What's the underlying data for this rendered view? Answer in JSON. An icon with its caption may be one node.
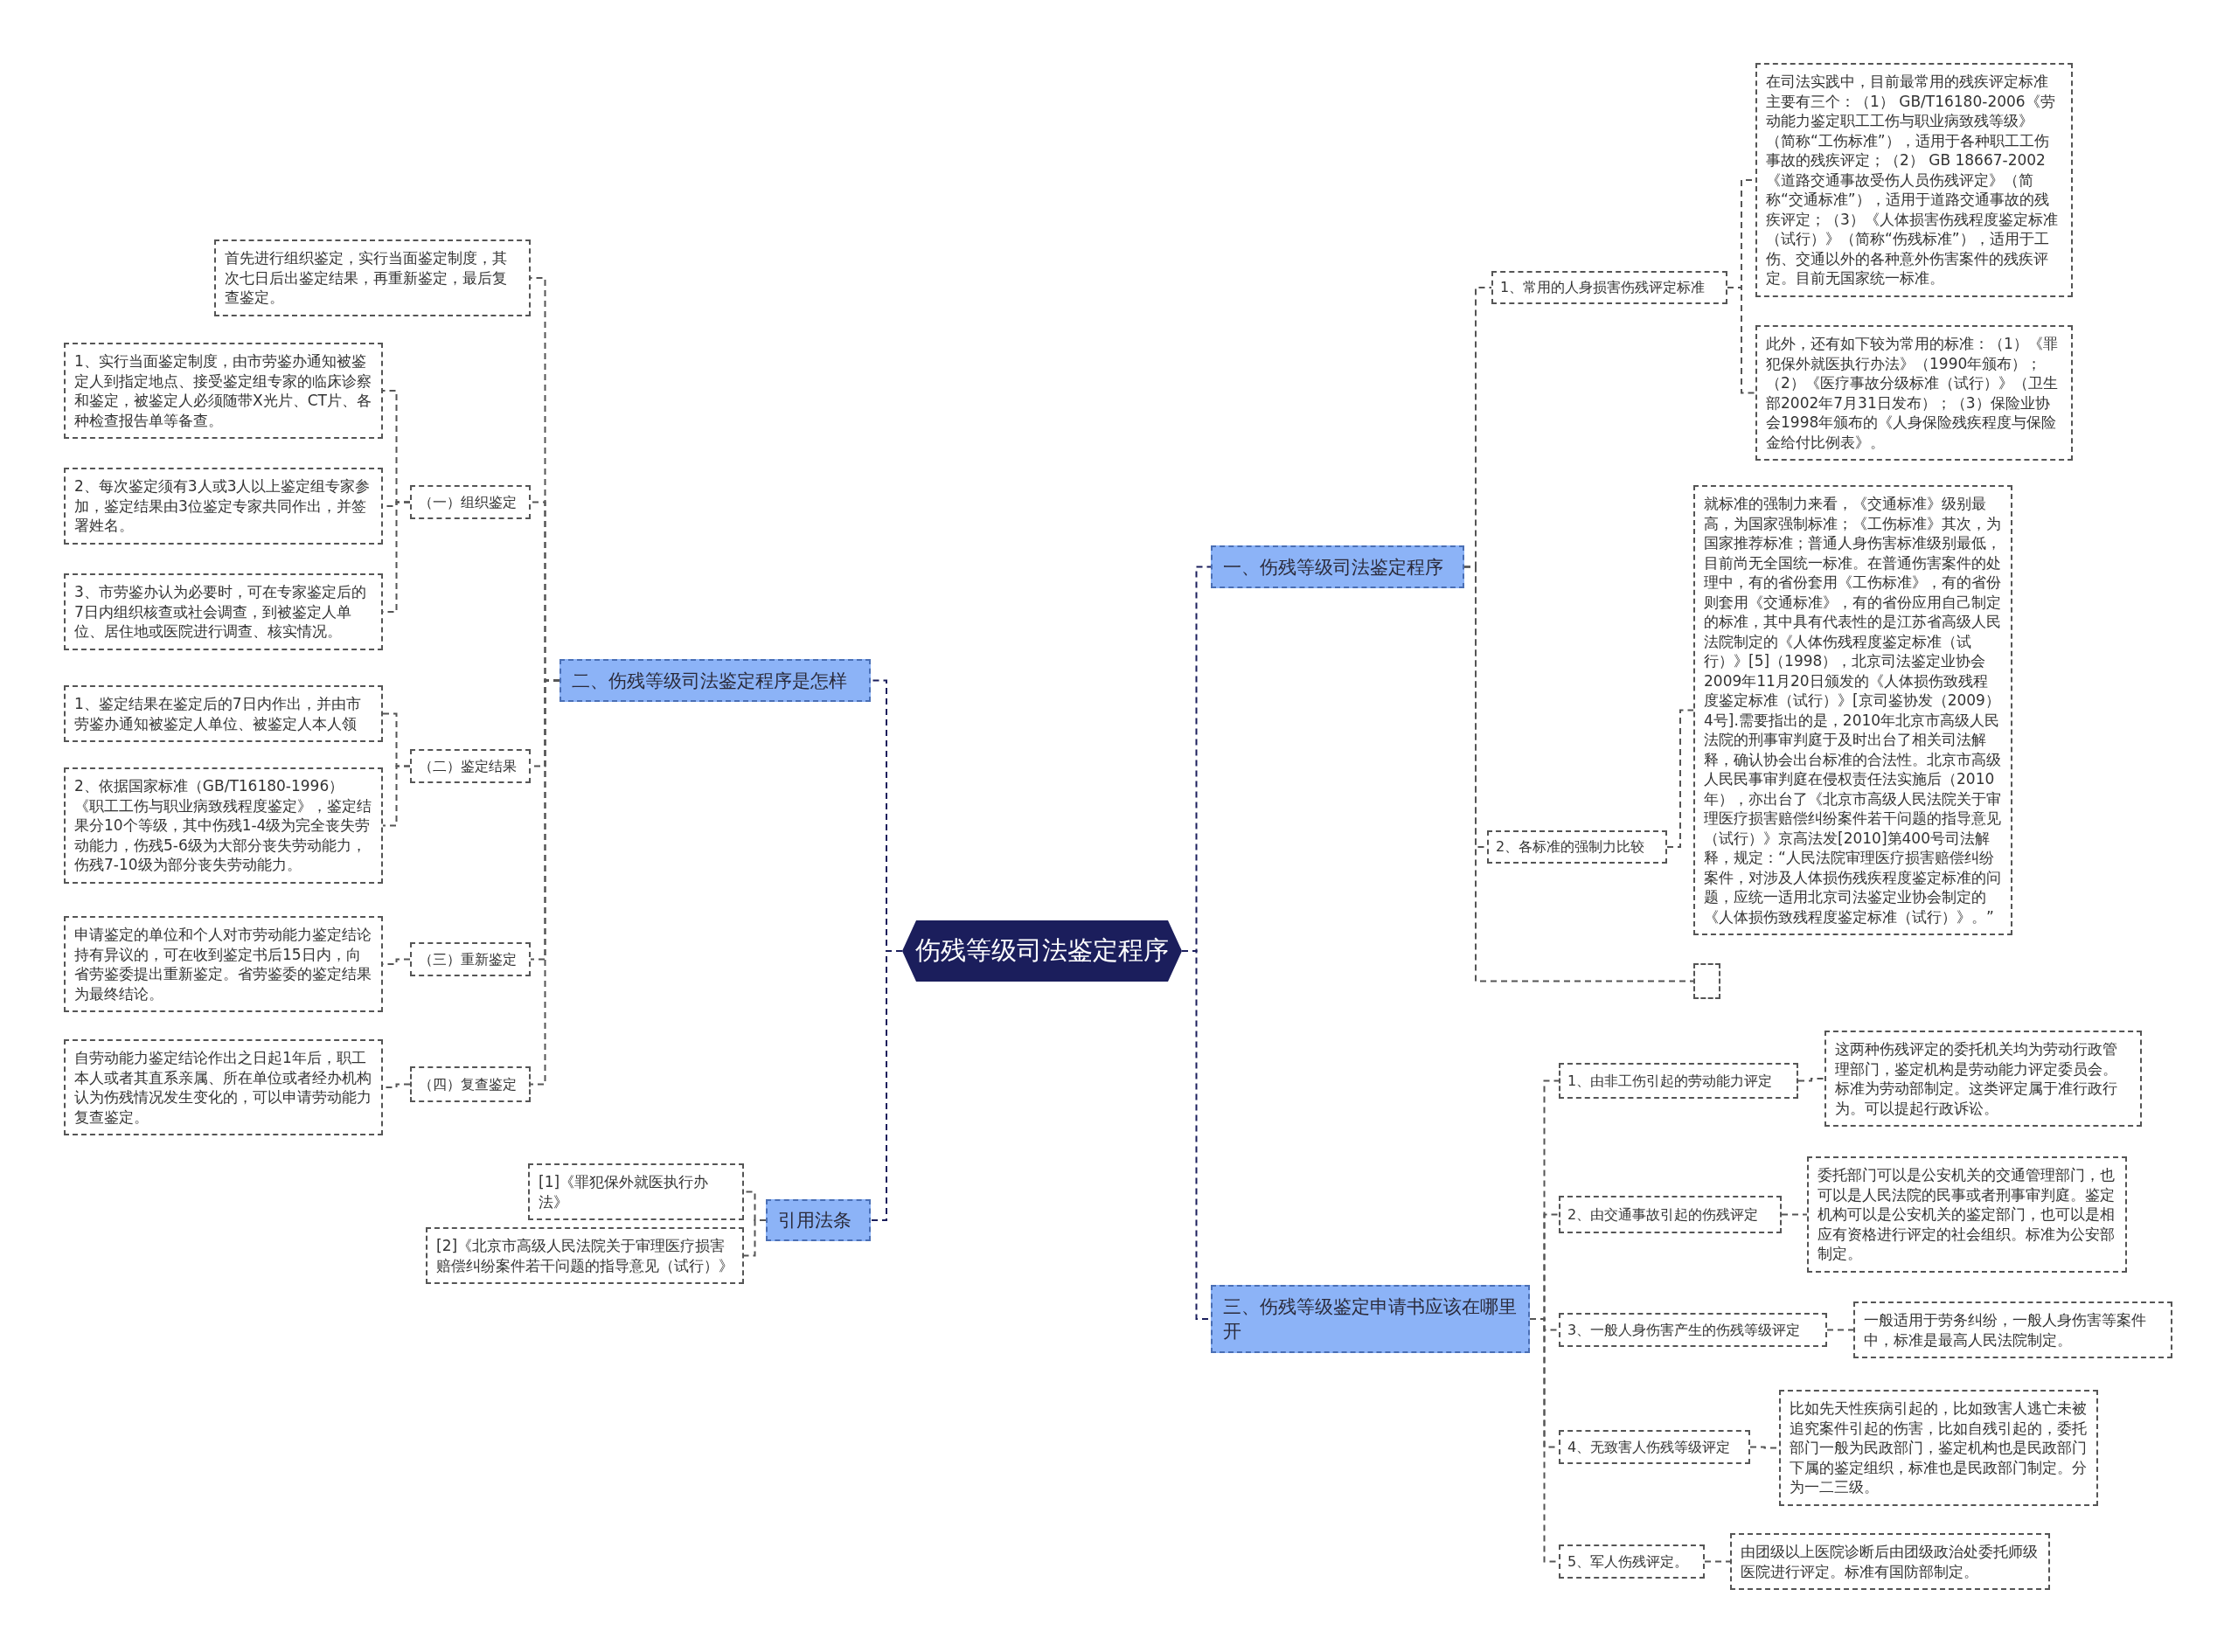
{
  "diagram": {
    "nodes": [
      {
        "text": [
          "伤残等级司法鉴定程序"
        ]
      },
      {
        "text": [
          "二、伤残等级司法鉴定程序是怎样"
        ]
      },
      {
        "text": [
          "首先进行组织鉴定，实行当面鉴定制度，其次七日后出鉴定结果，再重新鉴定，最后复查鉴定。"
        ]
      },
      {
        "text": [
          "（一）组织鉴定"
        ]
      },
      {
        "text": [
          "1、实行当面鉴定制度，由市劳鉴办通知被鉴定人到指定地点、接受鉴定组专家的临床诊察和鉴定，被鉴定人必须随带X光片、CT片、各种检查报告单等备查。"
        ]
      },
      {
        "text": [
          "2、每次鉴定须有3人或3人以上鉴定组专家参加，鉴定结果由3位鉴定专家共同作出，并签署姓名。"
        ]
      },
      {
        "text": [
          "3、市劳鉴办认为必要时，可在专家鉴定后的7日内组织核查或社会调查，到被鉴定人单位、居住地或医院进行调查、核实情况。"
        ]
      },
      {
        "text": [
          "（二）鉴定结果"
        ]
      },
      {
        "text": [
          "1、鉴定结果在鉴定后的7日内作出，并由市劳鉴办通知被鉴定人单位、被鉴定人本人领"
        ]
      },
      {
        "text": [
          "2、依据国家标准（GB/T16180-1996）《职工工伤与职业病致残程度鉴定》，鉴定结果分10个等级，其中伤残1-4级为完全丧失劳动能力，伤残5-6级为大部分丧失劳动能力，伤残7-10级为部分丧失劳动能力。"
        ]
      },
      {
        "text": [
          "（三）重新鉴定"
        ]
      },
      {
        "text": [
          "申请鉴定的单位和个人对市劳动能力鉴定结论持有异议的，可在收到鉴定书后15日内，向省劳鉴委提出重新鉴定。省劳鉴委的鉴定结果为最终结论。"
        ]
      },
      {
        "text": [
          "（四）复查鉴定"
        ]
      },
      {
        "text": [
          "自劳动能力鉴定结论作出之日起1年后，职工本人或者其直系亲属、所在单位或者经办机构认为伤残情况发生变化的，可以申请劳动能力复查鉴定。"
        ]
      },
      {
        "text": [
          "引用法条"
        ]
      },
      {
        "text": [
          "[1]《罪犯保外就医执行办法》"
        ]
      },
      {
        "text": [
          "[2]《北京市高级人民法院关于审理医疗损害赔偿纠纷案件若干问题的指导意见（试行）》"
        ]
      },
      {
        "text": [
          "一、伤残等级司法鉴定程序"
        ]
      },
      {
        "text": [
          "1、常用的人身损害伤残评定标准"
        ]
      },
      {
        "text": [
          "在司法实践中，目前最常用的残疾评定标准主要有三个：（1） GB/T16180-2006《劳动能力鉴定职工工伤与职业病致残等级》（简称“工伤标准”），适用于各种职工工伤事故的残疾评定；（2） GB 18667-2002《道路交通事故受伤人员伤残评定》（简称“交通标准”），适用于道路交通事故的残疾评定；（3）《人体损害伤残程度鉴定标准（试行）》（简称“伤残标准”），适用于工伤、交通以外的各种意外伤害案件的残疾评定。目前无国家统一标准。"
        ]
      },
      {
        "text": [
          "此外，还有如下较为常用的标准：（1）《罪犯保外就医执行办法》（1990年颁布）；（2）《医疗事故分级标准（试行）》（卫生部2002年7月31日发布）；（3）保险业协会1998年颁布的《人身保险残疾程度与保险金给付比例表》。"
        ]
      },
      {
        "text": [
          "2、各标准的强制力比较"
        ]
      },
      {
        "text": [
          "就标准的强制力来看，《交通标准》级别最高，为国家强制标准；《工伤标准》其次，为国家推荐标准；普通人身伤害标准级别最低，目前尚无全国统一标准。在普通伤害案件的处理中，有的省份套用《工伤标准》，有的省份则套用《交通标准》，有的省份应用自己制定的标准，其中具有代表性的是江苏省高级人民法院制定的《人体伤残程度鉴定标准（试行）》[5]（1998），北京司法鉴定业协会2009年11月20日颁发的《人体损伤致残程度鉴定标准（试行）》[京司鉴协发（2009）4号].需要指出的是，2010年北京市高级人民法院的刑事审判庭于及时出台了相关司法解释，确认协会出台标准的合法性。北京市高级人民民事审判庭在侵权责任法实施后（2010年），亦出台了《北京市高级人民法院关于审理医疗损害赔偿纠纷案件若干问题的指导意见（试行）》京高法发[2010]第400号司法解释，规定：“人民法院审理医疗损害赔偿纠纷案件，对涉及人体损伤残疾程度鉴定标准的问题，应统一适用北京司法鉴定业协会制定的《人体损伤致残程度鉴定标准（试行）》。”"
        ]
      },
      {
        "text": [],
        "shape": "box"
      },
      {
        "text": [
          "三、伤残等级鉴定申请书应该在哪里开"
        ]
      },
      {
        "text": [
          "1、由非工伤引起的劳动能力评定"
        ]
      },
      {
        "text": [
          "这两种伤残评定的委托机关均为劳动行政管理部门，鉴定机构是劳动能力评定委员会。标准为劳动部制定。这类评定属于准行政行为。可以提起行政诉讼。"
        ]
      },
      {
        "text": [
          "2、由交通事故引起的伤残评定"
        ]
      },
      {
        "text": [
          "委托部门可以是公安机关的交通管理部门，也可以是人民法院的民事或者刑事审判庭。鉴定机构可以是公安机关的鉴定部门，也可以是相应有资格进行评定的社会组织。标准为公安部制定。"
        ]
      },
      {
        "text": [
          "3、一般人身伤害产生的伤残等级评定"
        ]
      },
      {
        "text": [
          "一般适用于劳务纠纷，一般人身伤害等案件中，标准是最高人民法院制定。"
        ]
      },
      {
        "text": [
          "4、无致害人伤残等级评定"
        ]
      },
      {
        "text": [
          "比如先天性疾病引起的，比如致害人逃亡未被追究案件引起的伤害，比如自残引起的，委托部门一般为民政部门，鉴定机构也是民政部门下属的鉴定组织，标准也是民政部门制定。分为一二三级。"
        ]
      },
      {
        "text": [
          "5、军人伤残评定。"
        ]
      },
      {
        "text": [
          "由团级以上医院诊断后由团级政治处委托师级医院进行评定。标准有国防部制定。"
        ]
      }
    ],
    "edges": [
      {
        "from": 0,
        "to": 1,
        "arrow": "none"
      },
      {
        "from": 1,
        "to": 2,
        "arrow": "none"
      },
      {
        "from": 1,
        "to": 3,
        "arrow": "none"
      },
      {
        "from": 3,
        "to": 4,
        "arrow": "none"
      },
      {
        "from": 3,
        "to": 5,
        "arrow": "none"
      },
      {
        "from": 3,
        "to": 6,
        "arrow": "none"
      },
      {
        "from": 1,
        "to": 7,
        "arrow": "none"
      },
      {
        "from": 7,
        "to": 8,
        "arrow": "none"
      },
      {
        "from": 7,
        "to": 9,
        "arrow": "none"
      },
      {
        "from": 1,
        "to": 10,
        "arrow": "none"
      },
      {
        "from": 10,
        "to": 11,
        "arrow": "none"
      },
      {
        "from": 1,
        "to": 12,
        "arrow": "none"
      },
      {
        "from": 12,
        "to": 13,
        "arrow": "none"
      },
      {
        "from": 0,
        "to": 14,
        "arrow": "none"
      },
      {
        "from": 14,
        "to": 15,
        "arrow": "none"
      },
      {
        "from": 14,
        "to": 16,
        "arrow": "none"
      },
      {
        "from": 0,
        "to": 17,
        "arrow": "none"
      },
      {
        "from": 17,
        "to": 18,
        "arrow": "none"
      },
      {
        "from": 18,
        "to": 19,
        "arrow": "none"
      },
      {
        "from": 18,
        "to": 20,
        "arrow": "none"
      },
      {
        "from": 17,
        "to": 21,
        "arrow": "none"
      },
      {
        "from": 21,
        "to": 22,
        "arrow": "none"
      },
      {
        "from": 17,
        "to": 23,
        "arrow": "none"
      },
      {
        "from": 0,
        "to": 24,
        "arrow": "none"
      },
      {
        "from": 24,
        "to": 25,
        "arrow": "none"
      },
      {
        "from": 25,
        "to": 26,
        "arrow": "none"
      },
      {
        "from": 24,
        "to": 27,
        "arrow": "none"
      },
      {
        "from": 27,
        "to": 28,
        "arrow": "none"
      },
      {
        "from": 24,
        "to": 29,
        "arrow": "none"
      },
      {
        "from": 29,
        "to": 30,
        "arrow": "none"
      },
      {
        "from": 24,
        "to": 31,
        "arrow": "none"
      },
      {
        "from": 31,
        "to": 32,
        "arrow": "none"
      },
      {
        "from": 24,
        "to": 33,
        "arrow": "none"
      },
      {
        "from": 33,
        "to": 34,
        "arrow": "none"
      }
    ]
  }
}
